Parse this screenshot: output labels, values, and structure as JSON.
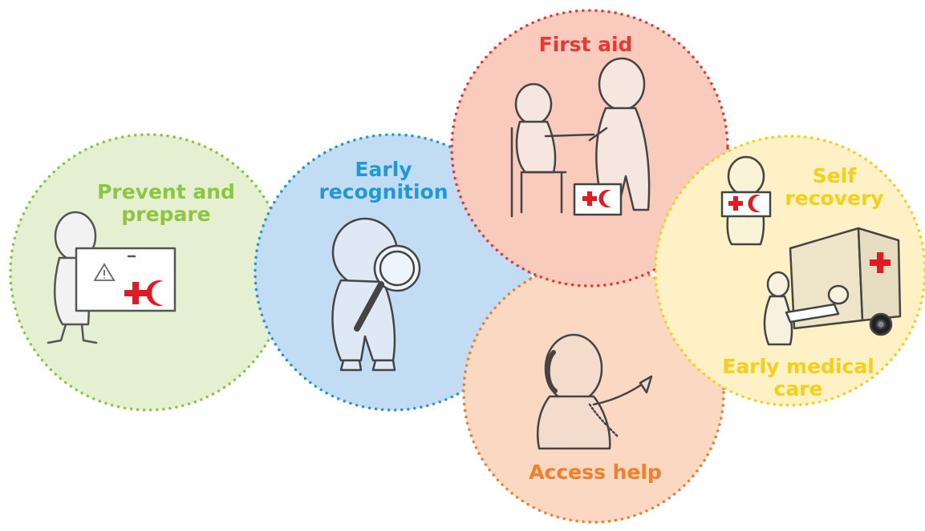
{
  "colors": {
    "prevent": "#8cc63f",
    "recognition": "#1d9ad6",
    "first_aid": "#e53935",
    "access": "#f07f2a",
    "self_recovery": "#f5cf18",
    "red_cross": "#e21b23"
  },
  "circles": [
    {
      "id": "prevent",
      "label_lines": [
        "Prevent and",
        "prepare"
      ],
      "icon": "warning-sign-icon"
    },
    {
      "id": "recognition",
      "label_lines": [
        "Early",
        "recognition"
      ],
      "icon": "magnifying-glass-icon"
    },
    {
      "id": "first_aid",
      "label_lines": [
        "First aid"
      ],
      "icon": "first-aid-kit-icon"
    },
    {
      "id": "access",
      "label_lines": [
        "Access help"
      ],
      "icon": "telephone-icon"
    },
    {
      "id": "self_recovery",
      "label_lines": [
        "Self",
        "recovery"
      ],
      "icon": "red-cross-crescent-icon"
    },
    {
      "id": "medical_care",
      "label_lines": [
        "Early medical",
        "care"
      ],
      "icon": "ambulance-icon"
    }
  ]
}
